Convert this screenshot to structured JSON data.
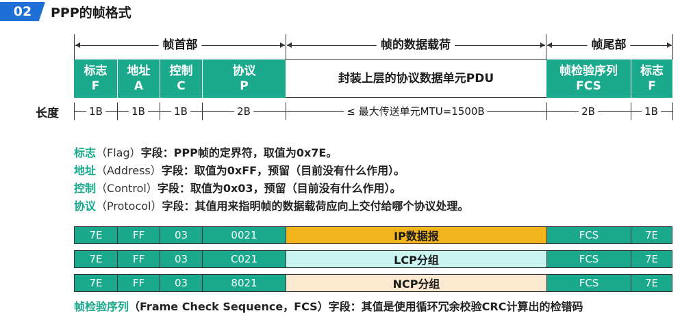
{
  "header": {
    "badge": "02",
    "title": "PPP的帧格式"
  },
  "sections": {
    "head": "帧首部",
    "payload": "帧的数据载荷",
    "tail": "帧尾部"
  },
  "fields": [
    {
      "name": "标志",
      "abbr": "F"
    },
    {
      "name": "地址",
      "abbr": "A"
    },
    {
      "name": "控制",
      "abbr": "C"
    },
    {
      "name": "协议",
      "abbr": "P"
    },
    {
      "name": "封装上层的协议数据单元PDU",
      "abbr": ""
    },
    {
      "name": "帧检验序列",
      "abbr": "FCS"
    },
    {
      "name": "标志",
      "abbr": "F"
    }
  ],
  "length_label": "长度",
  "lengths": [
    "1B",
    "1B",
    "1B",
    "2B",
    "≤ 最大传送单元MTU=1500B",
    "2B",
    "1B"
  ],
  "descriptions": [
    {
      "key": "标志",
      "paren": "（Flag）",
      "text": "字段：PPP帧的定界符，取值为0x7E。"
    },
    {
      "key": "地址",
      "paren": "（Address）",
      "text": "字段：取值为0xFF，预留（目前没有什么作用）。"
    },
    {
      "key": "控制",
      "paren": "（Control）",
      "text": "字段：取值为0x03，预留（目前没有什么作用）。"
    },
    {
      "key": "协议",
      "paren": "（Protocol）",
      "text": "字段：其值用来指明帧的数据载荷应向上交付给哪个协议处理。"
    }
  ],
  "examples": [
    {
      "cells": [
        "7E",
        "FF",
        "03",
        "0021",
        "IP数据报",
        "FCS",
        "7E"
      ],
      "mid_color": "#f2b51c"
    },
    {
      "cells": [
        "7E",
        "FF",
        "03",
        "C021",
        "LCP分组",
        "FCS",
        "7E"
      ],
      "mid_color": "#c9f4ef"
    },
    {
      "cells": [
        "7E",
        "FF",
        "03",
        "8021",
        "NCP分组",
        "FCS",
        "7E"
      ],
      "mid_color": "#fde9cf"
    }
  ],
  "fcs_line": {
    "key": "帧检验序列",
    "text": "（Frame Check Sequence，FCS）字段：其值是使用循环冗余校验CRC计算出的检错码"
  },
  "colors": {
    "teal": "#1aa98c",
    "badge": "#1e6fd6"
  }
}
